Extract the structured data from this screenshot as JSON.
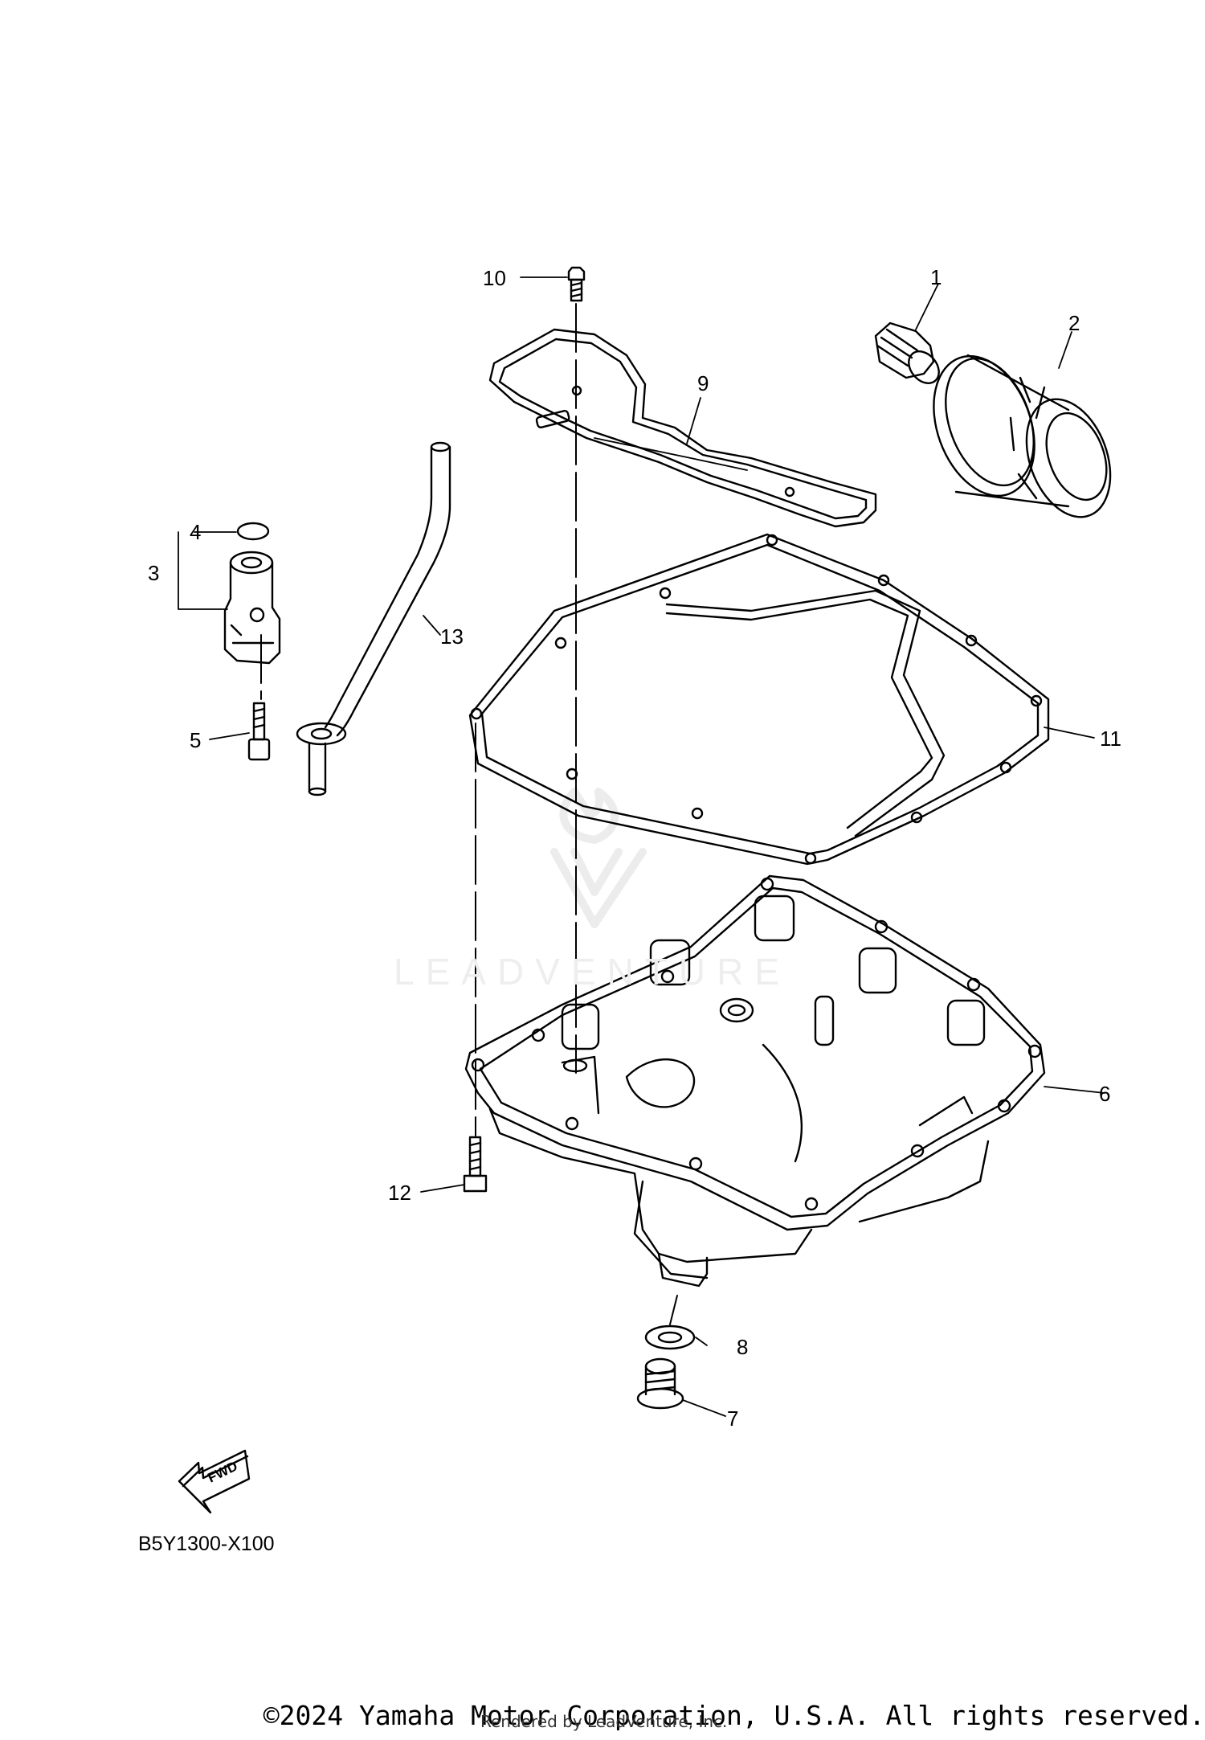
{
  "callouts": {
    "c1": "1",
    "c2": "2",
    "c3": "3",
    "c4": "4",
    "c5": "5",
    "c6": "6",
    "c7": "7",
    "c8": "8",
    "c9": "9",
    "c10": "10",
    "c11": "11",
    "c12": "12",
    "c13": "13"
  },
  "fwd_label": "FWD",
  "diagram_code": "B5Y1300-X100",
  "watermark": "LEADVENTURE",
  "copyright": "©2024 Yamaha Motor Corporation, U.S.A. All rights reserved.",
  "rendered_by": "Rendered by LeadVenture, Inc."
}
